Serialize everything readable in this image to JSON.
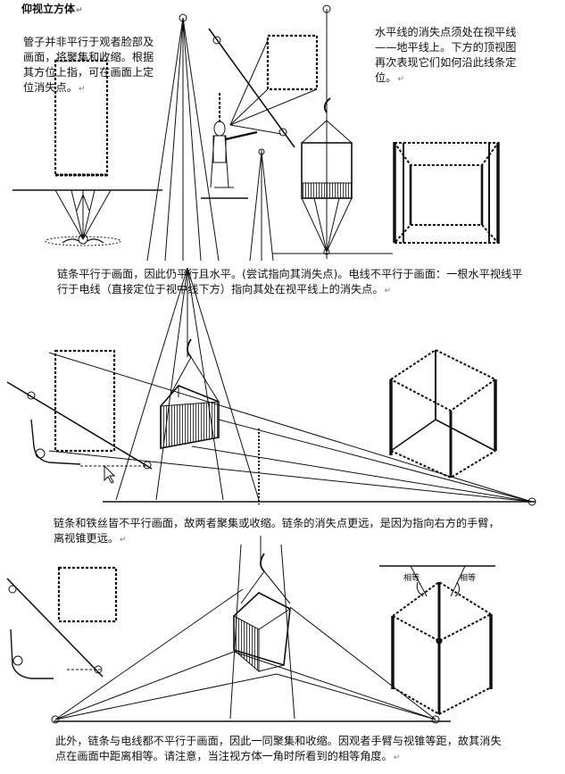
{
  "title": "仰视立方体",
  "paragraphs": {
    "p1": "管子并非平行于观者脸部及画面，将聚集和收缩。根据其方位上指，可在画面上定位消失点。",
    "p2": "水平线的消失点须处在视平线——地平线上。下方的顶视图再次表现它们如何沿此线条定位。",
    "p3": "链条平行于画面，因此仍平行且水平。(尝试指向其消失点)。电线不平行于画面：一根水平视线平行于电线（直接定位于视中线下方）指向其处在视平线上的消失点。",
    "p4": "链条和铁丝皆不平行画面，故两者聚集或收缩。链条的消失点更远，是因为指向右方的手臂，离视锥更远。",
    "p5": "此外，链条与电线都不平行于画面，因此一同聚集和收缩。因观者手臂与视锥等距，故其消失点在画面中距离相等。请注意，当注视方体一角时所看到的相等角度。"
  },
  "labels": {
    "equal_left": "相等",
    "equal_right": "相等"
  },
  "return_mark": "↵"
}
